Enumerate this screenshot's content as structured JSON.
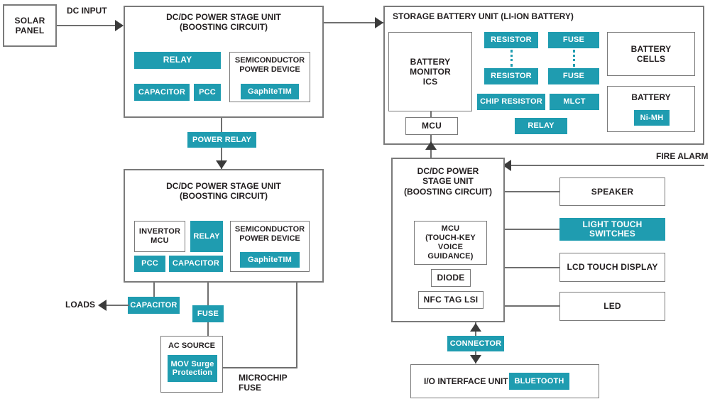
{
  "diagram": {
    "title": "Energy storage system block diagram",
    "accent_color": "#1f9cb0",
    "line_color": "#6f6f6f",
    "text_color": "#231f20"
  },
  "solar": {
    "label": "SOLAR\nPANEL"
  },
  "edges": {
    "dc_input": "DC INPUT",
    "power_relay": "POWER RELAY",
    "loads": "LOADS",
    "fire_alarm": "FIRE ALARM",
    "microchip_fuse": "MICROCHIP\nFUSE",
    "connector": "CONNECTOR",
    "fuse": "FUSE",
    "capacitor_out": "CAPACITOR"
  },
  "dcdc_top": {
    "title": "DC/DC POWER STAGE UNIT\n(BOOSTING CIRCUIT)",
    "relay": "RELAY",
    "capacitor": "CAPACITOR",
    "pcc": "PCC",
    "semiconductor": {
      "title": "SEMICONDUCTOR\nPOWER DEVICE",
      "chip": "GaphiteTIM"
    }
  },
  "dcdc_bottom": {
    "title": "DC/DC POWER STAGE UNIT\n(BOOSTING CIRCUIT)",
    "invertor_mcu": "INVERTOR\nMCU",
    "relay": "RELAY",
    "pcc": "PCC",
    "capacitor": "CAPACITOR",
    "semiconductor": {
      "title": "SEMICONDUCTOR\nPOWER DEVICE",
      "chip": "GaphiteTIM"
    }
  },
  "ac_source": {
    "title": "AC SOURCE",
    "mov": "MOV Surge\nProtection"
  },
  "storage_battery": {
    "title": "STORAGE BATTERY UNIT (LI-ION BATTERY)",
    "monitor_ics": "BATTERY\nMONITOR\nICS",
    "mcu": "MCU",
    "resistor_1": "RESISTOR",
    "resistor_2": "RESISTOR",
    "fuse_1": "FUSE",
    "fuse_2": "FUSE",
    "chip_resistor": "CHIP RESISTOR",
    "mlct": "MLCT",
    "relay": "RELAY",
    "battery_cells": "BATTERY\nCELLS",
    "battery": {
      "title": "BATTERY",
      "chem": "Ni-MH"
    }
  },
  "dcdc_right": {
    "title": "DC/DC POWER\nSTAGE UNIT\n(BOOSTING CIRCUIT)",
    "mcu": "MCU\n(TOUCH-KEY\nVOICE GUIDANCE)",
    "diode": "DIODE",
    "nfc": "NFC TAG LSI"
  },
  "peripherals": [
    {
      "label": "SPEAKER",
      "accent": false
    },
    {
      "label": "LIGHT TOUCH SWITCHES",
      "accent": true
    },
    {
      "label": "LCD TOUCH DISPLAY",
      "accent": false
    },
    {
      "label": "LED",
      "accent": false
    }
  ],
  "io_unit": {
    "title": "I/O INTERFACE UNIT",
    "bluetooth": "BLUETOOTH"
  }
}
